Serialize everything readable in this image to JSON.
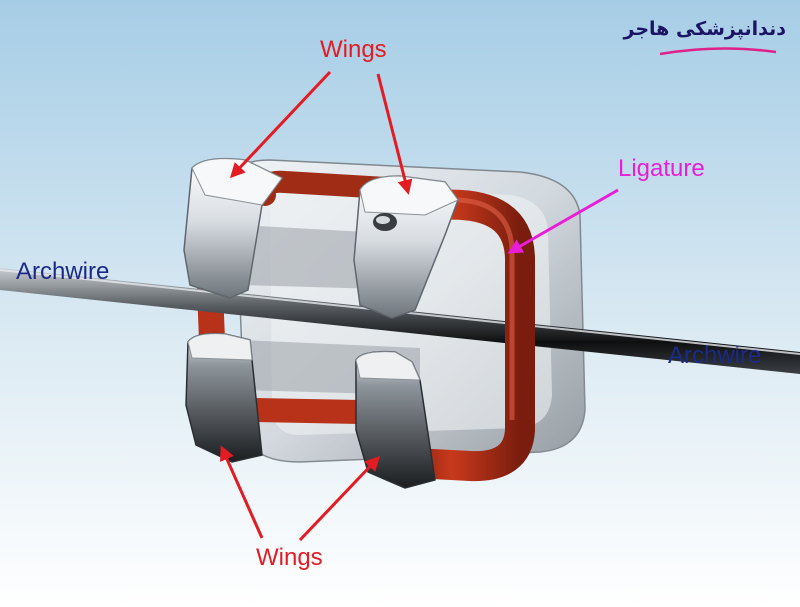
{
  "labels": {
    "wings_top": "Wings",
    "wings_bottom": "Wings",
    "ligature": "Ligature",
    "archwire_left": "Archwire",
    "archwire_right": "Archwire"
  },
  "logo": {
    "text": "دندانپزشکی هاجر"
  },
  "colors": {
    "arrow_red": "#e31b23",
    "arrow_magenta": "#e81ed6",
    "label_red": "#e31b23",
    "label_magenta": "#e81ed6",
    "label_navy": "#1a2a8a",
    "ligature": "#b8321a",
    "logo_pink": "#e0208a",
    "logo_dark": "#1b1464",
    "background_top": "#a8cee6",
    "background_bottom": "#ffffff"
  }
}
